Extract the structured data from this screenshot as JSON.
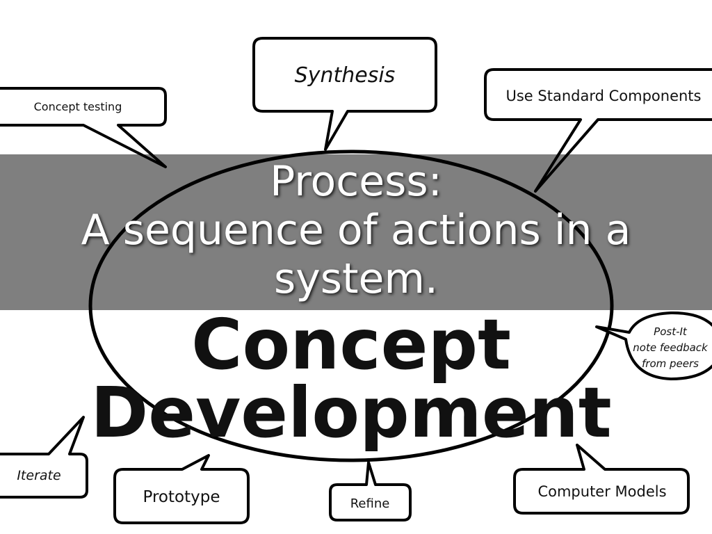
{
  "diagram": {
    "center": [
      "Concept",
      "Development"
    ],
    "bubbles": {
      "concept_testing": "Concept testing",
      "synthesis": "Synthesis",
      "standard_components": "Use Standard Components",
      "post_it": [
        "Post-It",
        "note feedback",
        "from peers"
      ],
      "iterate": "Iterate",
      "prototype": "Prototype",
      "refine": "Refine",
      "computer_models": "Computer Models"
    }
  },
  "title": {
    "lines": [
      "Process:",
      "A sequence of actions in a",
      "system."
    ]
  }
}
